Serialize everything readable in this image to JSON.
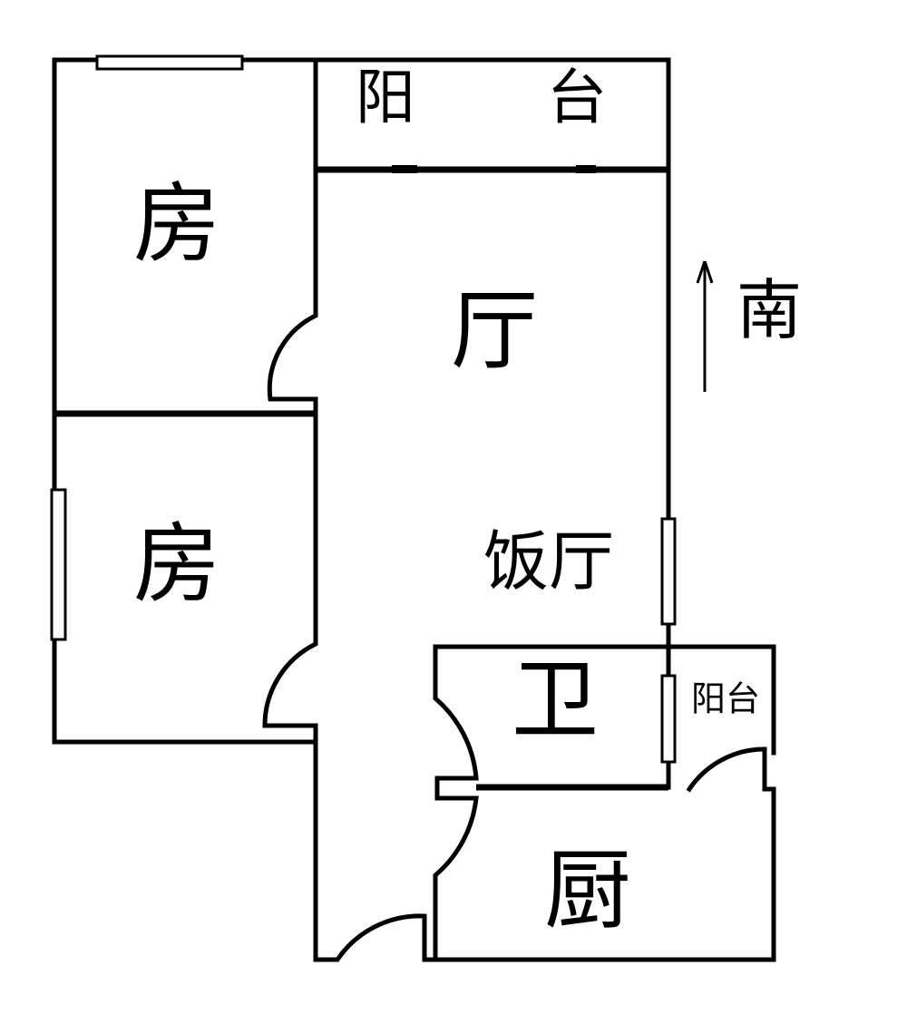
{
  "title": "Floor plan",
  "rooms": {
    "balcony_top_1": "阳",
    "balcony_top_2": "台",
    "bedroom_1": "房",
    "living_room": "厅",
    "bedroom_2": "房",
    "dining_room": "饭厅",
    "bathroom": "卫",
    "balcony_small": "阳台",
    "kitchen": "厨"
  },
  "compass": {
    "label": "南",
    "direction": "up"
  }
}
